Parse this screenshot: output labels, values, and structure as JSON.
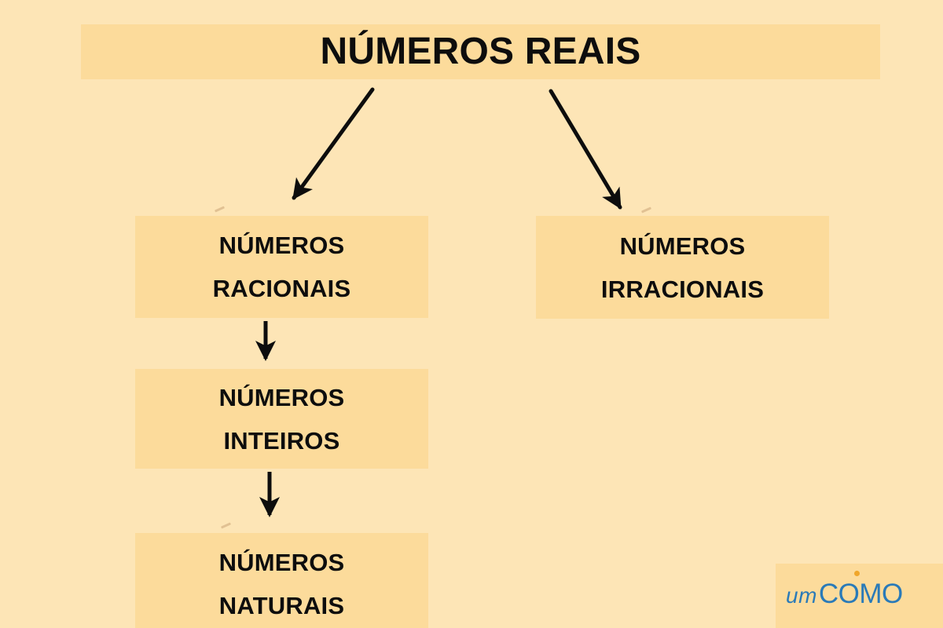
{
  "page": {
    "title": "NÚMEROS REAIS",
    "background_color": "#fde5b6",
    "box_color": "#fcdb9b",
    "text_color": "#0d0d0d"
  },
  "diagram": {
    "type": "hierarchy-tree",
    "nodes": [
      {
        "id": "reais",
        "label": "NÚMEROS REAIS",
        "lines": [
          "NÚMEROS REAIS"
        ],
        "level": 0
      },
      {
        "id": "racionais",
        "label": "NÚMEROS RACIONAIS",
        "lines": [
          "NÚMEROS",
          "RACIONAIS"
        ],
        "level": 1
      },
      {
        "id": "irracionais",
        "label": "NÚMEROS IRRACIONAIS",
        "lines": [
          "NÚMEROS",
          "IRRACIONAIS"
        ],
        "level": 1
      },
      {
        "id": "inteiros",
        "label": "NÚMEROS INTEIROS",
        "lines": [
          "NÚMEROS",
          "INTEIROS"
        ],
        "level": 2
      },
      {
        "id": "naturais",
        "label": "NÚMEROS NATURAIS",
        "lines": [
          "NÚMEROS",
          "NATURAIS"
        ],
        "level": 3
      }
    ],
    "edges": [
      {
        "from": "reais",
        "to": "racionais",
        "style": "diagonal-arrow"
      },
      {
        "from": "reais",
        "to": "irracionais",
        "style": "diagonal-arrow"
      },
      {
        "from": "racionais",
        "to": "inteiros",
        "style": "vertical-arrow"
      },
      {
        "from": "inteiros",
        "to": "naturais",
        "style": "vertical-arrow"
      }
    ]
  },
  "logo": {
    "prefix": "um",
    "name": "COMO",
    "full": "umCOMO",
    "text_color": "#2a7ab8",
    "dot_color": "#f0a62a"
  }
}
